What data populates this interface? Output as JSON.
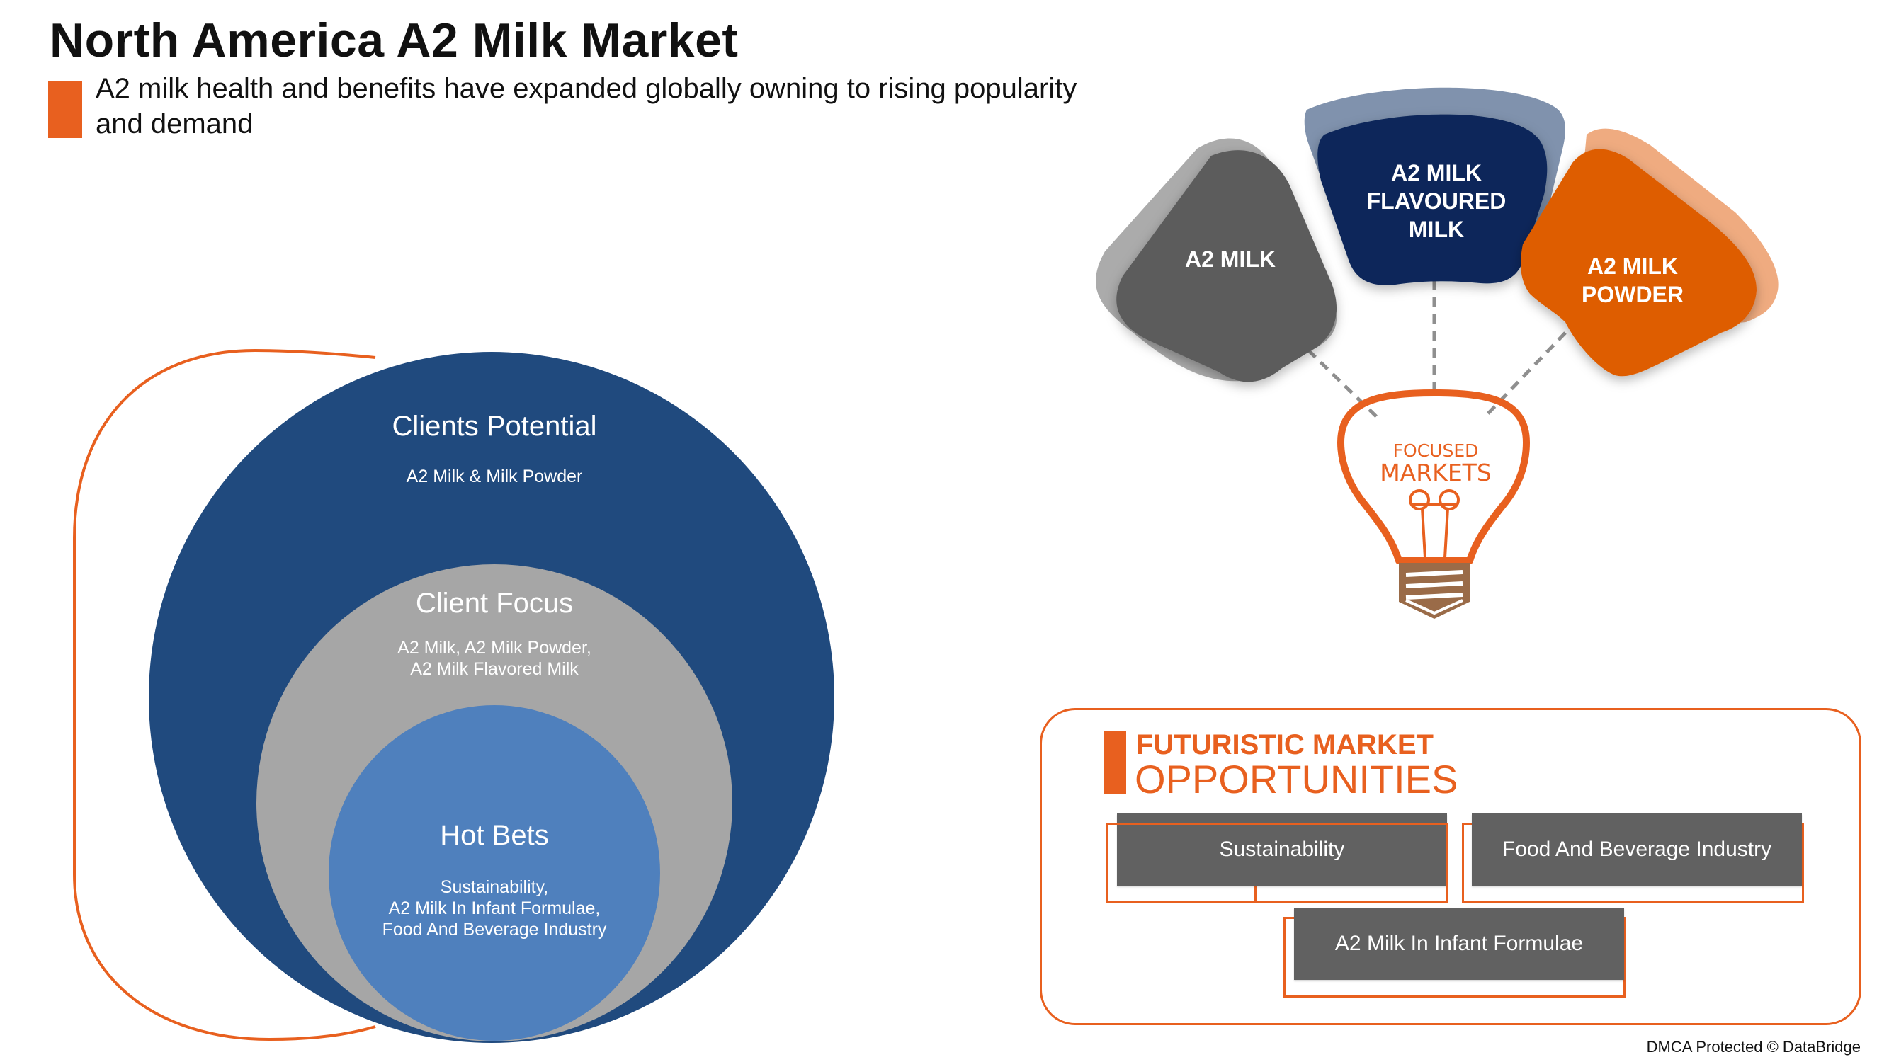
{
  "header": {
    "title": "North America A2 Milk Market",
    "subtitle": "A2 milk health and benefits have expanded globally owning to rising popularity and demand"
  },
  "colors": {
    "accent_orange": "#e8601f",
    "navy": "#204a7e",
    "gray_circle": "#a6a6a6",
    "light_blue": "#4f80bd",
    "petal_gray": "#5c5c5c",
    "petal_navy": "#0a275a",
    "petal_orange": "#de5d05",
    "bulb_base": "#9a6b48",
    "card_gray": "#616161"
  },
  "circles": {
    "outer": {
      "title": "Clients Potential",
      "body": "A2 Milk & Milk Powder"
    },
    "middle": {
      "title": "Client Focus",
      "body_lines": [
        "A2 Milk, A2 Milk Powder,",
        "A2 Milk Flavored Milk"
      ]
    },
    "inner": {
      "title": "Hot Bets",
      "body_lines": [
        "Sustainability,",
        "A2 Milk In Infant Formulae,",
        "Food And Beverage  Industry"
      ]
    }
  },
  "focused_markets": {
    "petals": [
      {
        "lines": [
          "A2 MILK"
        ]
      },
      {
        "lines": [
          "A2 MILK",
          "FLAVOURED",
          "MILK"
        ]
      },
      {
        "lines": [
          "A2 MILK",
          "POWDER"
        ]
      }
    ],
    "bulb": {
      "line1": "FOCUSED",
      "line2": "MARKETS"
    }
  },
  "opportunities": {
    "title_line1": "FUTURISTIC MARKET",
    "title_line2": "OPPORTUNITIES",
    "items": [
      "Sustainability",
      "Food And Beverage  Industry",
      "A2 Milk In Infant Formulae"
    ]
  },
  "footer": {
    "text": "DMCA Protected © DataBridge"
  }
}
